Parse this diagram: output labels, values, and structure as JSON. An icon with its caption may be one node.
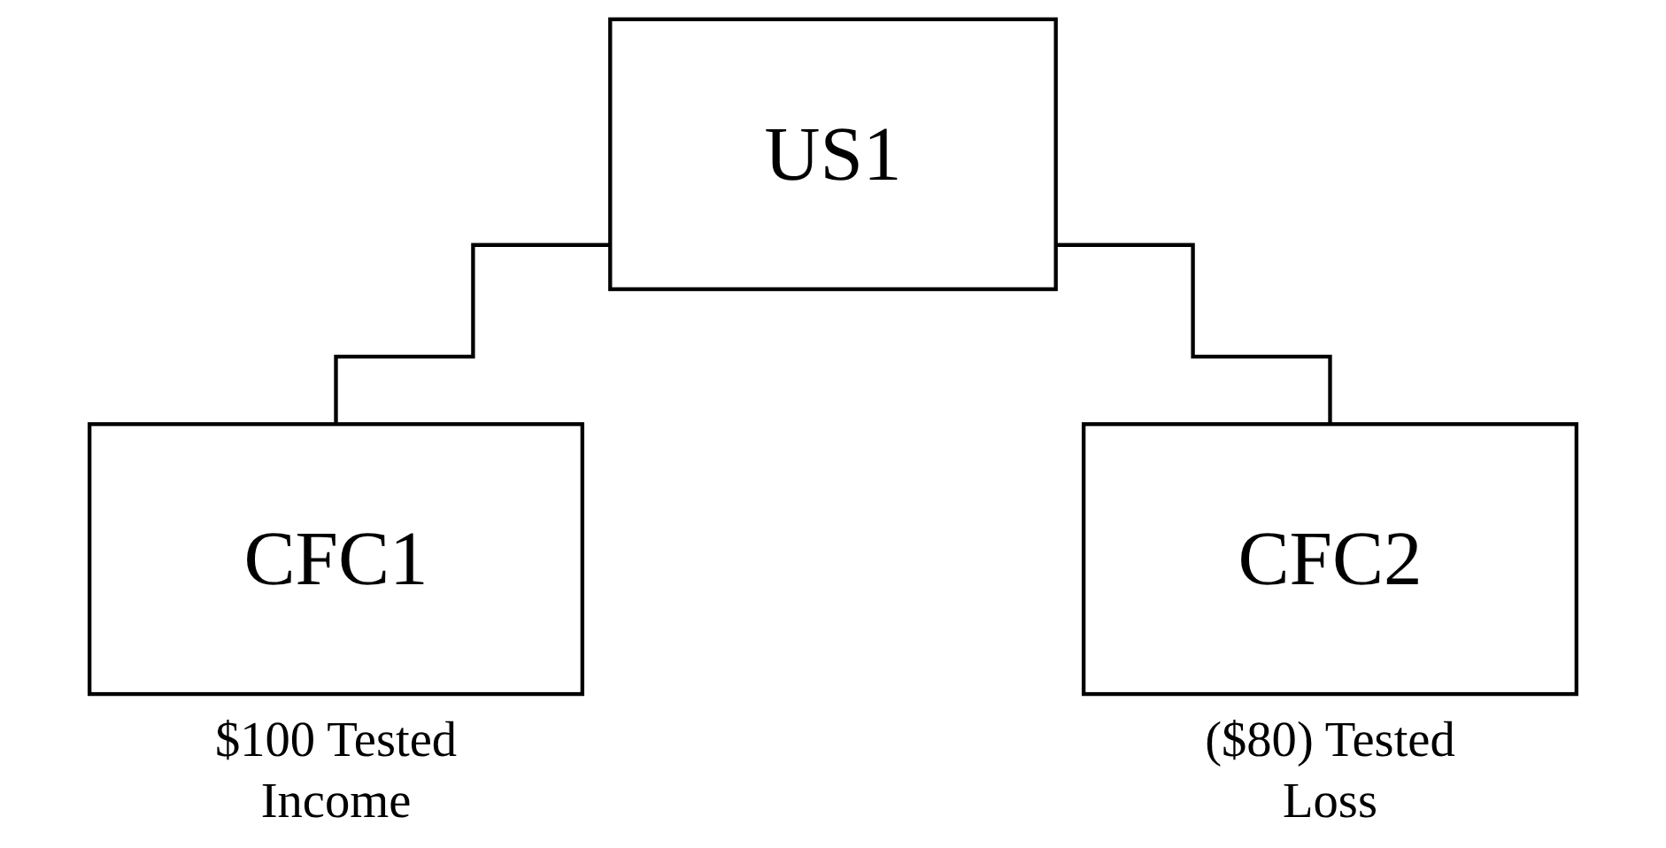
{
  "diagram": {
    "nodes": [
      {
        "text": [
          "US1"
        ]
      },
      {
        "text": [
          "CFC1"
        ],
        "beside": [
          "$100 Tested Income"
        ]
      },
      {
        "text": [
          "CFC2"
        ],
        "beside": [
          "($80) Tested Loss"
        ]
      }
    ],
    "edges": [
      {
        "from": 0,
        "to": 1,
        "arrow": "none"
      },
      {
        "from": 0,
        "to": 2,
        "arrow": "none"
      }
    ]
  }
}
